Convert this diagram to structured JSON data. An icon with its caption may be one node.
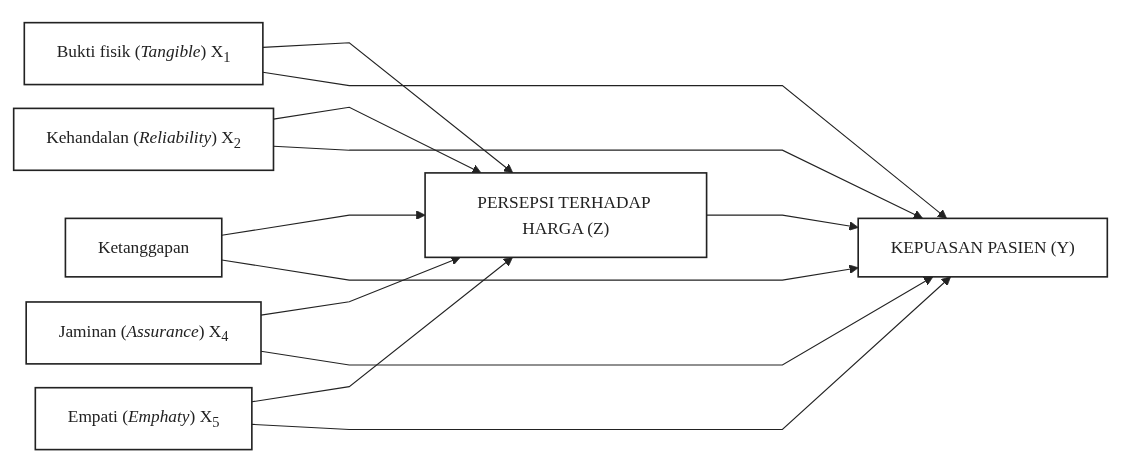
{
  "diagram": {
    "nodes": [
      {
        "text": [
          "Bukti fisik (*Tangible*) X$_{1}$"
        ]
      },
      {
        "text": [
          "Kehandalan (*Reliability*) X$_{2}$"
        ]
      },
      {
        "text": [
          "Ketanggapan"
        ]
      },
      {
        "text": [
          "Jaminan (*Assurance*) X$_{4}$"
        ]
      },
      {
        "text": [
          "Empati (*Emphaty*) X$_{5}$"
        ]
      },
      {
        "text": [
          "PERSEPSI TERHADAP HARGA (Z)"
        ]
      },
      {
        "text": [
          "KEPUASAN PASIEN (Y)"
        ]
      }
    ],
    "edges": [
      {
        "from": 0,
        "to": 5,
        "arrow": "to"
      },
      {
        "from": 0,
        "to": 6,
        "arrow": "to"
      },
      {
        "from": 1,
        "to": 5,
        "arrow": "to"
      },
      {
        "from": 1,
        "to": 6,
        "arrow": "to"
      },
      {
        "from": 2,
        "to": 5,
        "arrow": "to"
      },
      {
        "from": 2,
        "to": 6,
        "arrow": "to"
      },
      {
        "from": 3,
        "to": 5,
        "arrow": "to"
      },
      {
        "from": 3,
        "to": 6,
        "arrow": "to"
      },
      {
        "from": 4,
        "to": 5,
        "arrow": "to"
      },
      {
        "from": 4,
        "to": 6,
        "arrow": "to"
      },
      {
        "from": 5,
        "to": 6,
        "arrow": "to"
      }
    ]
  }
}
